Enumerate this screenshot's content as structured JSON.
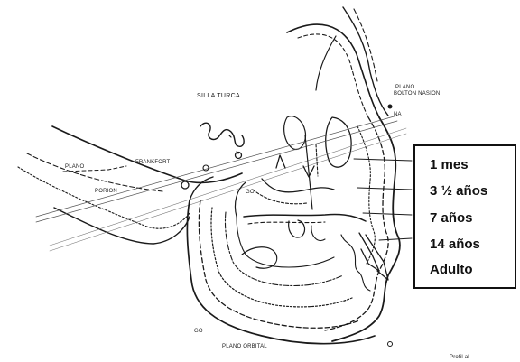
{
  "labels": {
    "silla_turca": "SILLA TURCA",
    "plano_bolton": "PLANO",
    "bolton_nasion": "BOLTON NASION",
    "na": "NA",
    "plano_frankfort": "PLANO",
    "frankfort": "FRANKFORT",
    "porion": "PORION",
    "go_mid": "GO",
    "go_low": "GO",
    "plano_orbital": "PLANO ORBITAL",
    "bottom_right": "Profil al"
  },
  "legend": {
    "items": [
      "1 mes",
      "3 ½ años",
      "7 años",
      "14 años",
      "Adulto"
    ]
  }
}
